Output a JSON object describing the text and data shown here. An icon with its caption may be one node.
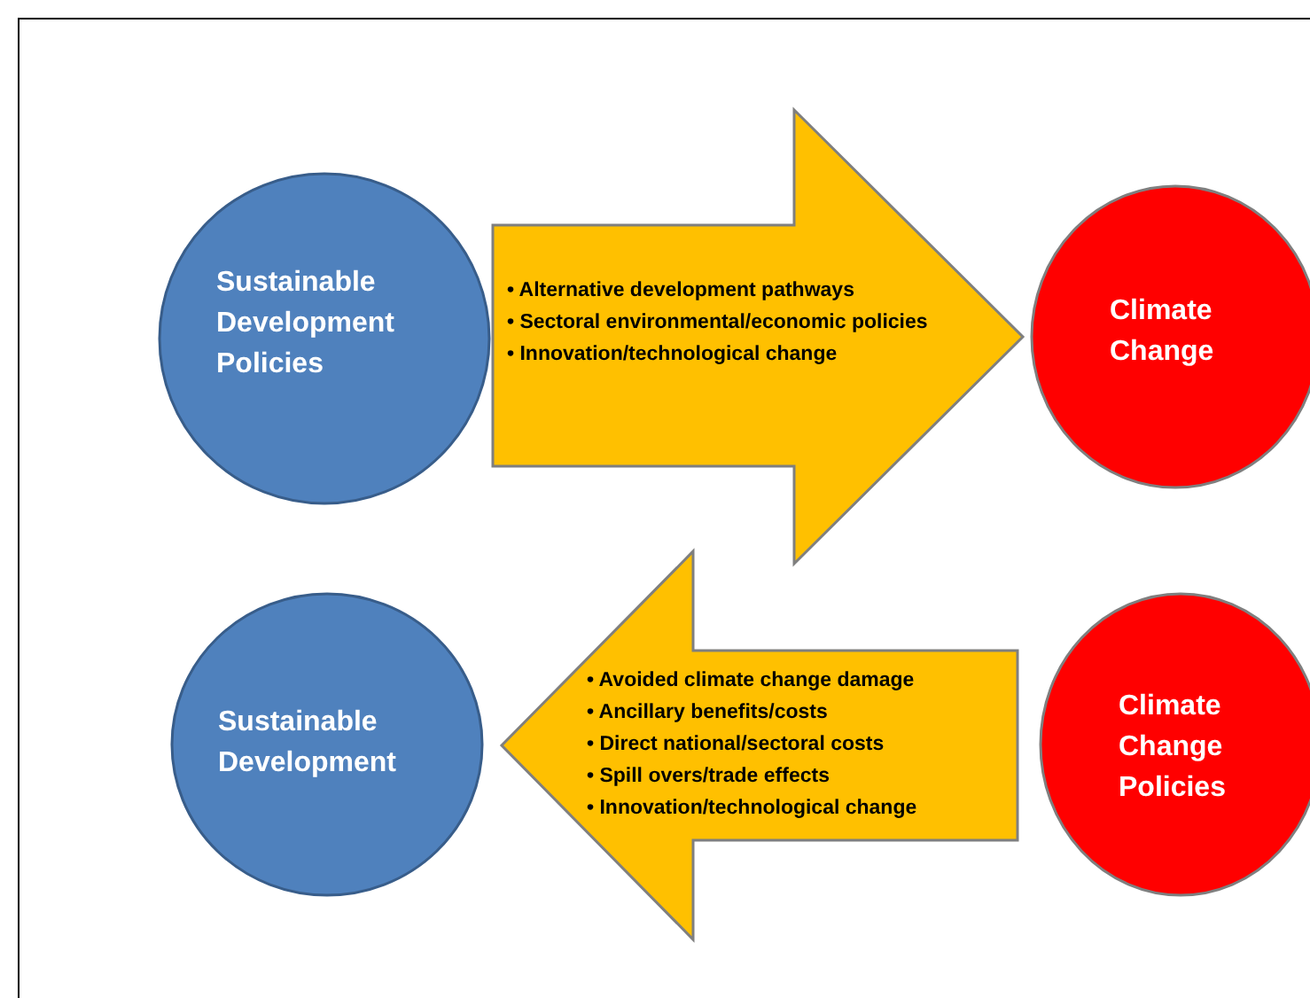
{
  "diagram": {
    "nodes": [
      {
        "text": [
          "Sustainable Development Policies"
        ]
      },
      {
        "text": [
          "• Alternative development pathways",
          "• Sectoral environmental/economic policies",
          "• Innovation/technological change"
        ]
      },
      {
        "text": [
          "Climate Change"
        ]
      },
      {
        "text": [
          "Sustainable Development"
        ]
      },
      {
        "text": [
          "• Avoided climate change damage",
          "• Ancillary benefits/costs",
          "• Direct national/sectoral costs",
          "• Spill overs/trade effects",
          "• Innovation/technological change"
        ]
      },
      {
        "text": [
          "Climate Change Policies"
        ]
      }
    ],
    "edges": [
      {
        "from": 0,
        "to": 2,
        "arrow": "to"
      },
      {
        "from": 5,
        "to": 3,
        "arrow": "to"
      }
    ]
  }
}
